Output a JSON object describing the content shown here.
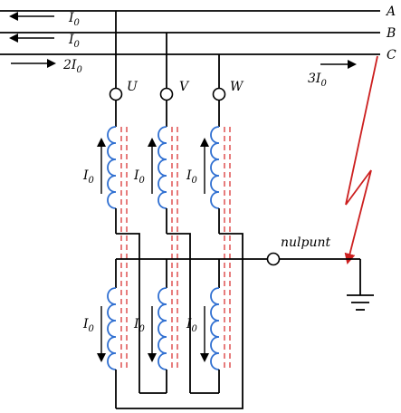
{
  "buses": {
    "a": "A",
    "b": "B",
    "c": "C"
  },
  "bus_currents": {
    "a_main": "I",
    "a_sub": "0",
    "b_main": "I",
    "b_sub": "0",
    "c_main": "2I",
    "c_sub": "0"
  },
  "fault_current": {
    "main": "3I",
    "sub": "0"
  },
  "phases": {
    "u": "U",
    "v": "V",
    "w": "W"
  },
  "winding_currents": {
    "main": "I",
    "sub": "0"
  },
  "neutral_label": "nulpunt",
  "colors": {
    "line": "#000000",
    "coil": "#2f6fd1",
    "core": "#dd4444",
    "fault": "#cc1f1f"
  }
}
